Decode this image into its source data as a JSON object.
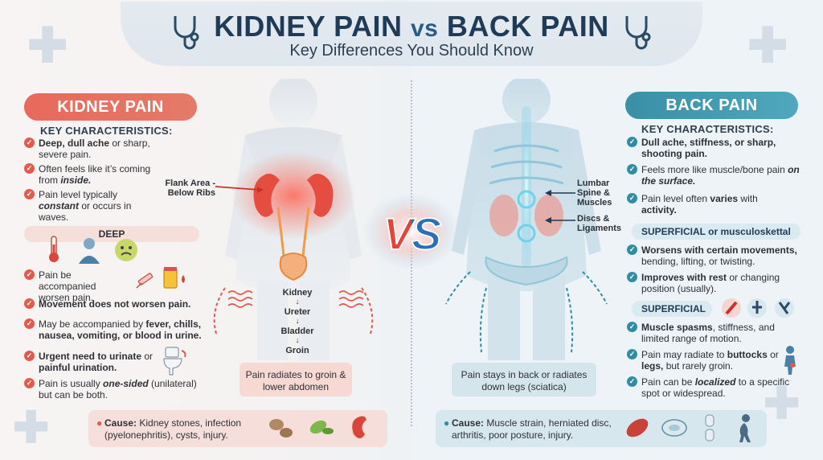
{
  "header": {
    "title_part1": "KIDNEY PAIN",
    "title_vs": "vs",
    "title_part2": "BACK PAIN",
    "subtitle": "Key Differences You Should Know"
  },
  "kidney": {
    "pill": "KIDNEY PAIN",
    "heading": "KEY CHARACTERISTICS:",
    "items": [
      {
        "strong": "Deep, dull ache",
        "text": " or sharp, severe pain."
      },
      {
        "text": "Often feels like it’s coming from ",
        "emph": "inside."
      },
      {
        "text": "Pain level typically ",
        "emph": "constant",
        "text2": " or occurs in waves."
      }
    ],
    "band": "DEEP",
    "items2": [
      {
        "text": "Pain be accompanied worsen pain."
      },
      {
        "strong": "Movement does not worsen pain."
      },
      {
        "text": "May be accompanied by ",
        "strong": "fever, chills, nausea, vomiting, or blood in urine."
      },
      {
        "strong": "Urgent need to urinate",
        "text": " or ",
        "strong2": "painful urination."
      },
      {
        "text": "Pain is usually ",
        "emph": "one-sided",
        "text2": " (unilateral) but can be both."
      }
    ],
    "flank_label": "Flank Area - Below Ribs",
    "flow": [
      "Kidney",
      "Ureter",
      "Bladder",
      "Groin"
    ],
    "note": "Pain radiates to groin & lower abdomen",
    "cause_label": "Cause:",
    "cause_text": "Kidney stones, infection (pyelonephritis), cysts, injury."
  },
  "vs": "VS",
  "back": {
    "pill": "BACK PAIN",
    "heading": "KEY CHARACTERISTICS:",
    "items": [
      {
        "strong": "Dull ache, stiffness, or sharp, shooting pain."
      },
      {
        "text": "Feels more like muscle/bone pain ",
        "emph": "on the surface."
      },
      {
        "text": "Pain level often ",
        "strong": "varies",
        "text2": " with ",
        "strong2": "activity."
      }
    ],
    "band1": "SUPERFICIAL or musculoskettal",
    "items2": [
      {
        "strong": "Worsens with certain movements,",
        "text": " bending, lifting, or twisting."
      },
      {
        "strong": "Improves with rest",
        "text": " or changing position (usually)."
      }
    ],
    "band2": "SUPERFICIAL",
    "items3": [
      {
        "strong": "Muscle spasms",
        "text": ", stiffness, and limited range of motion."
      },
      {
        "text": "Pain may radiate to ",
        "strong": "buttocks",
        "text2": " or ",
        "strong2": "legs,",
        "text3": " but rarely groin."
      },
      {
        "text": "Pain can be ",
        "emph": "localized",
        "text2": " to a specific spot or widespread."
      }
    ],
    "label_spine": "Lumbar Spine & Muscles",
    "label_discs": "Discs & Ligaments",
    "note": "Pain stays in back or radiates down legs (sciatica)",
    "cause_label": "Cause:",
    "cause_text": "Muscle strain, herniated disc, arthritis, poor posture, injury."
  },
  "colors": {
    "kidney_accent": "#e25a4c",
    "back_accent": "#2f8ea4",
    "title": "#1f3b57"
  }
}
